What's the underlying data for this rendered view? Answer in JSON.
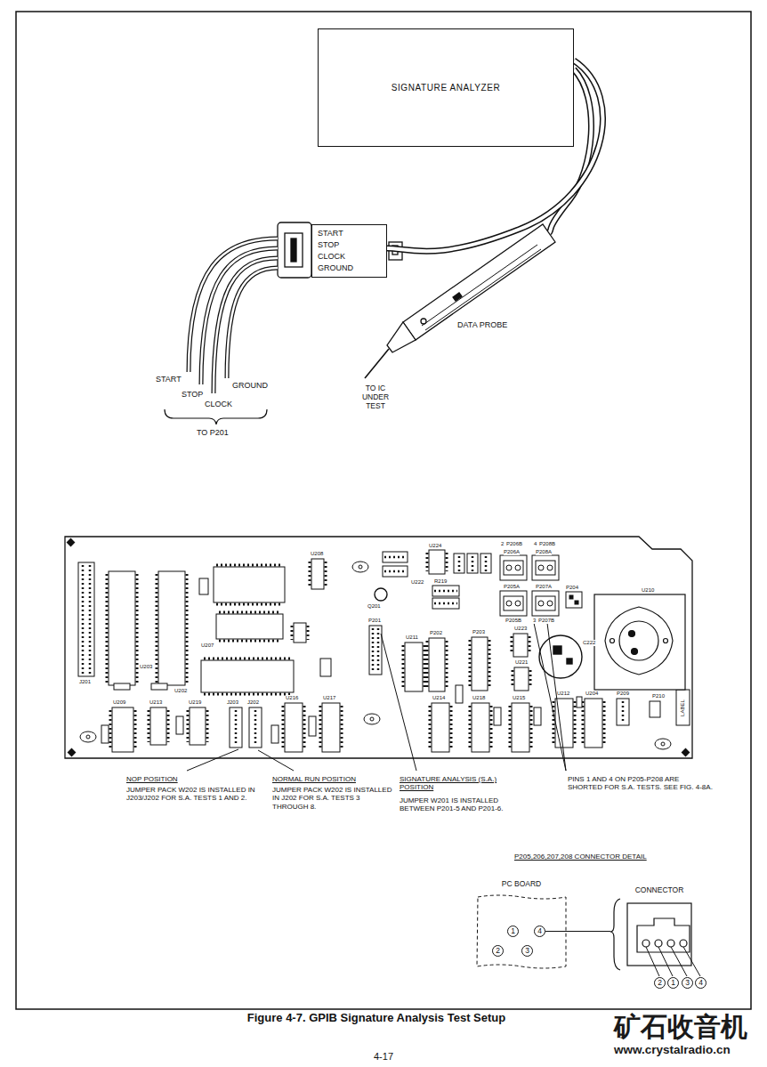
{
  "diagram": {
    "caption": "Figure 4-7. GPIB Signature Analysis Test Setup",
    "nodes": [
      {
        "text": [
          "SIGNATURE ANALYZER"
        ]
      },
      {
        "text": [
          "START",
          "STOP",
          "CLOCK",
          "GROUND"
        ]
      },
      {
        "text": [
          "PC BOARD"
        ]
      },
      {
        "text": [
          "1"
        ],
        "in": 2
      },
      {
        "text": [
          "4"
        ],
        "in": 2
      },
      {
        "text": [
          "2"
        ],
        "in": 2
      },
      {
        "text": [
          "3"
        ],
        "in": 2
      },
      {
        "text": [
          "CONNECTOR"
        ]
      },
      {
        "text": [
          "2"
        ]
      },
      {
        "text": [
          "1"
        ]
      },
      {
        "text": [
          "3"
        ]
      },
      {
        "text": [
          "4"
        ]
      }
    ],
    "edges": [
      {
        "from": 0,
        "to": 1,
        "arrow": "none"
      },
      {
        "from": 4,
        "to": 7,
        "arrow": "none"
      }
    ],
    "labels": [
      "START",
      "STOP",
      "CLOCK",
      "GROUND",
      "TO P201",
      "TO IC UNDER TEST",
      "DATA PROBE",
      "NOP POSITION",
      "JUMPER PACK W202 IS INSTALLED IN J203/J202 FOR S.A. TESTS 1 AND 2.",
      "NORMAL RUN POSITION",
      "JUMPER PACK W202 IS INSTALLED IN J202 FOR S.A. TESTS 3 THROUGH 8.",
      "SIGNATURE ANALYSIS (S.A.) POSITION",
      "JUMPER W201 IS INSTALLED BETWEEN P201-5 AND P201-6.",
      "PINS 1 AND 4 ON P205-P208 ARE SHORTED FOR S.A. TESTS. SEE FIG. 4-8A.",
      "P205,206,207,208 CONNECTOR DETAIL",
      "4-17",
      "矿石收音机",
      "www.crystalradio.cn",
      "J201",
      "U203",
      "U202",
      "U207",
      "U208",
      "U209",
      "U213",
      "U219",
      "J203",
      "J202",
      "U216",
      "U217",
      "U224",
      "U222",
      "P201",
      "R219",
      "Q201",
      "U211",
      "P202",
      "P203",
      "U214",
      "U218",
      "U215",
      "U223",
      "U221",
      "U212",
      "U204",
      "U210",
      "P209",
      "P210",
      "LABEL",
      "2",
      "P206B",
      "4",
      "P208B",
      "P206A",
      "P208A",
      "P205A",
      "P207A",
      "P205B",
      "3",
      "P207B",
      "P204",
      "C222"
    ]
  }
}
